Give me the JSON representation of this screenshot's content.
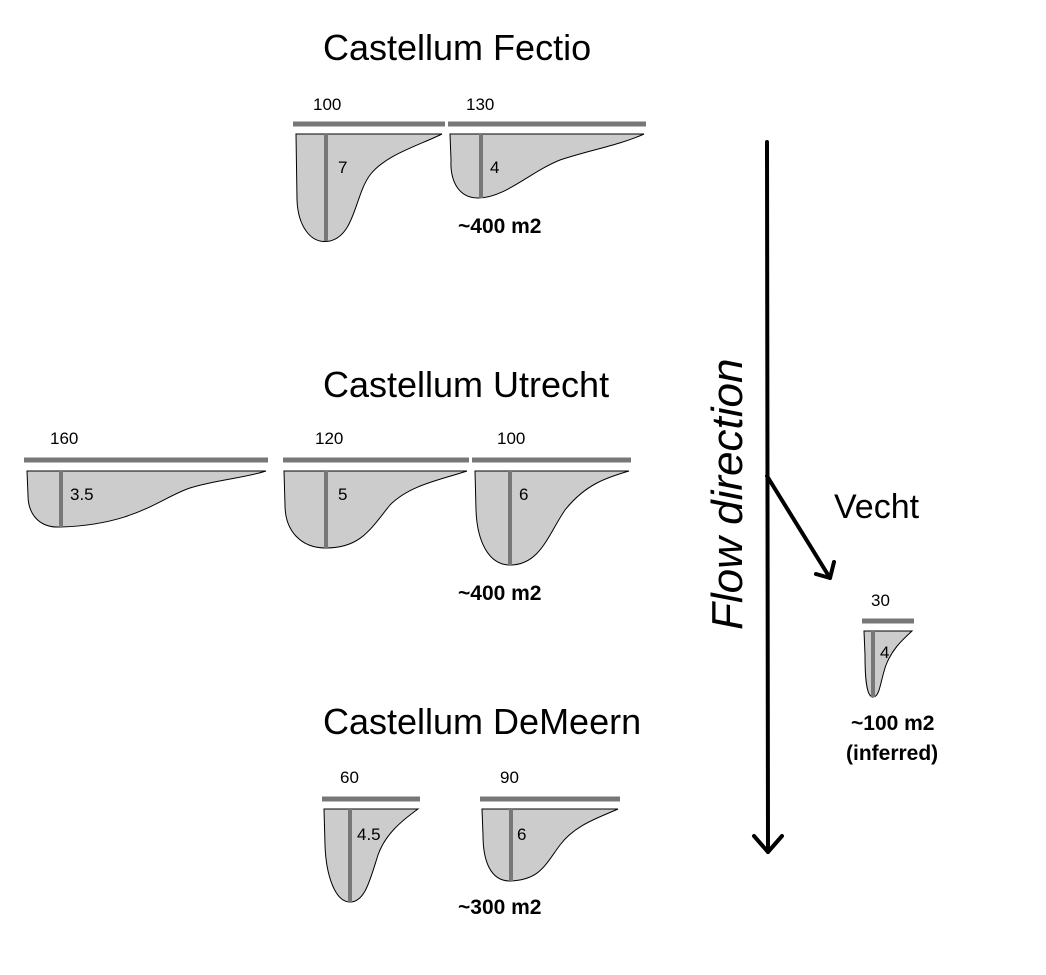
{
  "sites": {
    "fectio": {
      "title": "Castellum Fectio",
      "area": "~400 m2",
      "channels": [
        {
          "width": "100",
          "depth": "7"
        },
        {
          "width": "130",
          "depth": "4"
        }
      ]
    },
    "utrecht": {
      "title": "Castellum Utrecht",
      "area": "~400 m2",
      "channels": [
        {
          "width": "160",
          "depth": "3.5"
        },
        {
          "width": "120",
          "depth": "5"
        },
        {
          "width": "100",
          "depth": "6"
        }
      ]
    },
    "demeern": {
      "title": "Castellum DeMeern",
      "area": "~300 m2",
      "channels": [
        {
          "width": "60",
          "depth": "4.5"
        },
        {
          "width": "90",
          "depth": "6"
        }
      ]
    },
    "vecht": {
      "title": "Vecht",
      "area": "~100 m2",
      "note": "(inferred)",
      "channels": [
        {
          "width": "30",
          "depth": "4"
        }
      ]
    }
  },
  "flow_label": "Flow direction"
}
